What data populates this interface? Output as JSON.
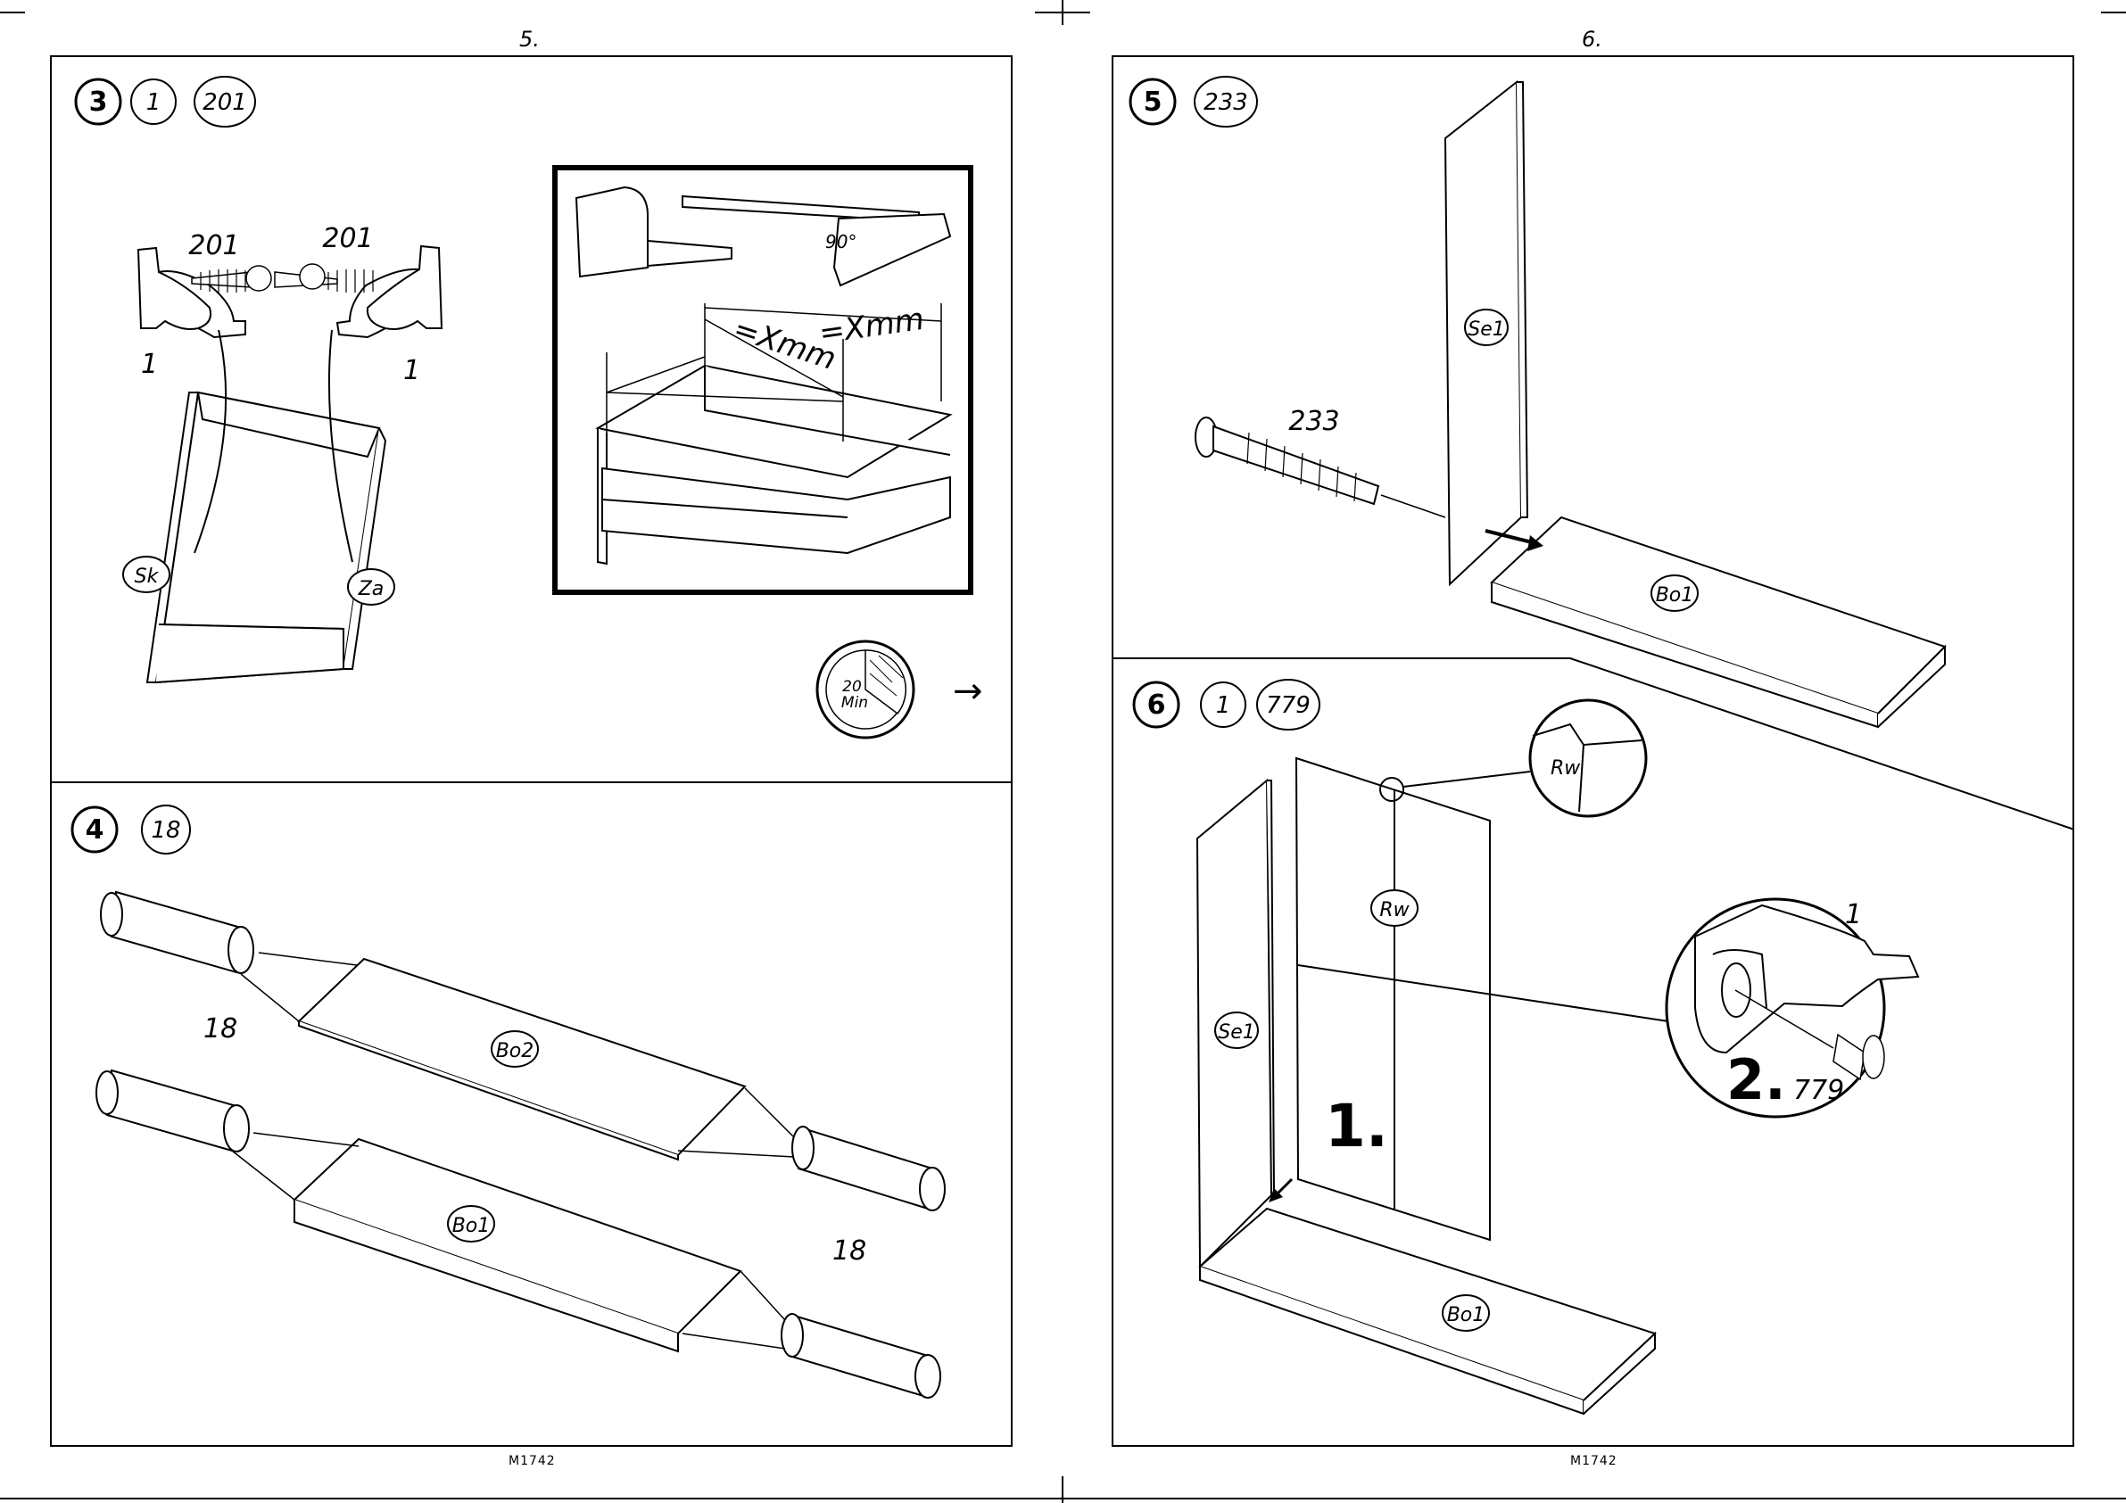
{
  "pages": [
    {
      "number": "5.",
      "footer": "M1742"
    },
    {
      "number": "6.",
      "footer": "M1742"
    }
  ],
  "steps": [
    {
      "step": "3",
      "qty": "1",
      "part": "201"
    },
    {
      "step": "4",
      "qty": "18"
    },
    {
      "step": "5",
      "part": "233"
    },
    {
      "step": "6",
      "qty": "1",
      "part": "779"
    }
  ],
  "step3": {
    "screw_label_left": "201",
    "screw_label_right": "201",
    "qty_left": "1",
    "qty_right": "1",
    "tag_sk": "Sk",
    "tag_za": "Za",
    "measure_left": "=Xmm",
    "measure_right": "=Xmm",
    "angle": "90°",
    "timer_value": "20",
    "timer_unit": "Min",
    "next_arrow": "→"
  },
  "step4": {
    "dowel_qty_top": "18",
    "dowel_qty_bottom": "18",
    "board_top": "Bo2",
    "board_bottom": "Bo1"
  },
  "step5": {
    "bolt_label": "233",
    "side_tag": "Se1",
    "bottom_tag": "Bo1"
  },
  "step6": {
    "detail_tag": "Rw",
    "back_tag": "Rw",
    "side_tag": "Se1",
    "bottom_tag": "Bo1",
    "order_first": "1.",
    "order_second": "2.",
    "part_qty": "1",
    "screw_label": "779"
  },
  "icons": [
    "drawer-stop-icon",
    "screw-icon",
    "tape-measure-icon",
    "square-ruler-icon",
    "timer-icon",
    "dowel-icon",
    "bolt-icon",
    "magnifier-callout-icon"
  ]
}
